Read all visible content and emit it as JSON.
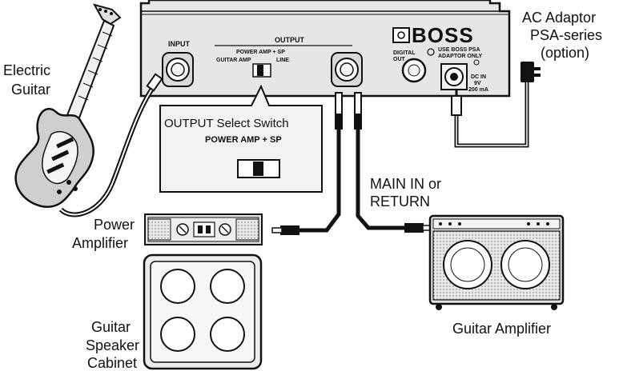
{
  "labels": {
    "electric_guitar_1": "Electric",
    "electric_guitar_2": "Guitar",
    "ac_adaptor_1": "AC Adaptor",
    "ac_adaptor_2": "PSA-series",
    "ac_adaptor_3": "(option)",
    "main_in_1": "MAIN IN or",
    "main_in_2": "RETURN",
    "power_amp_1": "Power",
    "power_amp_2": "Amplifier",
    "cabinet_1": "Guitar",
    "cabinet_2": "Speaker",
    "cabinet_3": "Cabinet",
    "guitar_amp": "Guitar Amplifier"
  },
  "pedal": {
    "brand": "BOSS",
    "input": "INPUT",
    "output": "OUTPUT",
    "power_amp_sp": "POWER AMP + SP",
    "guitar_amp": "GUITAR AMP",
    "line": "LINE",
    "digital_out_1": "DIGITAL",
    "digital_out_2": "OUT",
    "psa_1": "USE BOSS PSA",
    "psa_2": "ADAPTOR ONLY",
    "dc_1": "DC IN",
    "dc_2": "9V",
    "dc_3": "200 mA"
  },
  "callout": {
    "title": "OUTPUT Select Switch",
    "subtitle": "POWER AMP + SP"
  },
  "colors": {
    "ink": "#111111",
    "body_fill": "#e6e6e6",
    "panel_fill": "#f2f2f2",
    "dark": "#222222"
  }
}
